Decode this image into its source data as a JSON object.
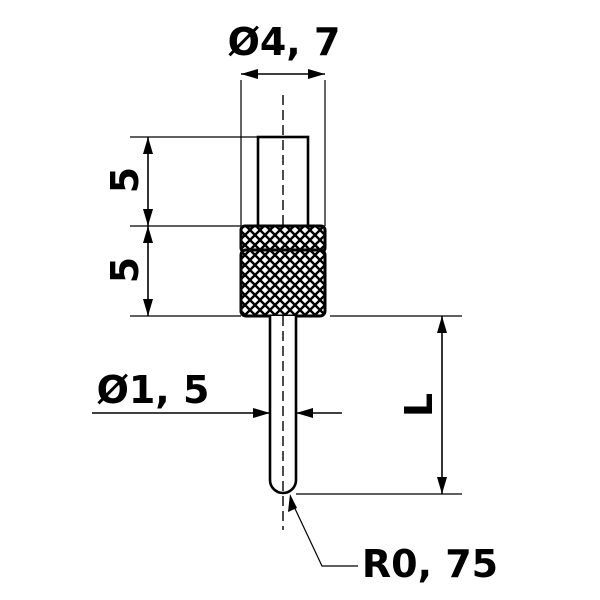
{
  "dimensions": {
    "outer_diameter": "Ø4, 7",
    "upper_length": "5",
    "knurl_length": "5",
    "stylus_diameter": "Ø1, 5",
    "stylus_length": "L",
    "tip_radius": "R0, 75"
  }
}
